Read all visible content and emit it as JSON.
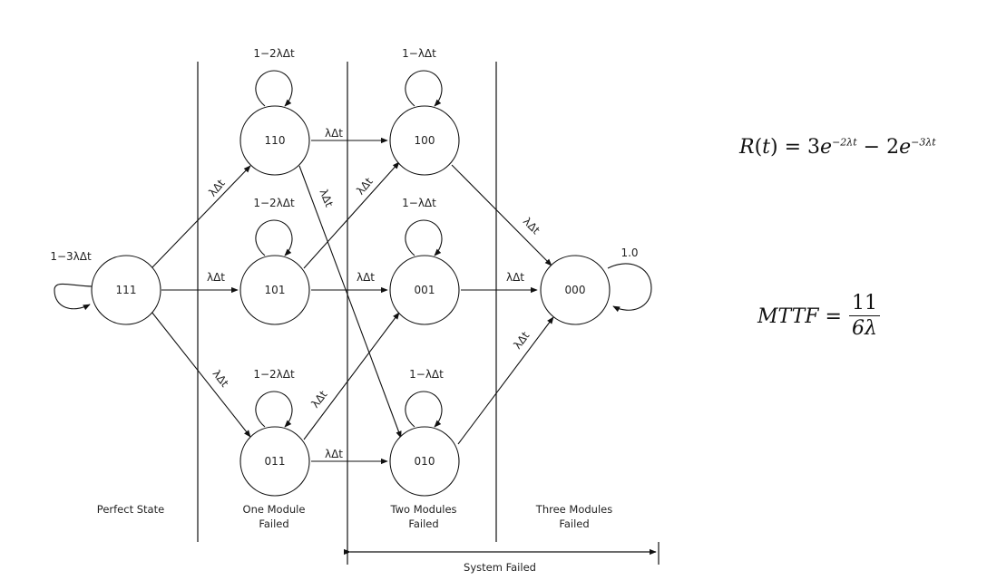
{
  "diagram": {
    "states": {
      "s111": "111",
      "s110": "110",
      "s101": "101",
      "s011": "011",
      "s100": "100",
      "s001": "001",
      "s010": "010",
      "s000": "000"
    },
    "self_loops": {
      "s111": "1−3λΔt",
      "s110": "1−2λΔt",
      "s101": "1−2λΔt",
      "s011": "1−2λΔt",
      "s100": "1−λΔt",
      "s001": "1−λΔt",
      "s010": "1−λΔt",
      "s000": "1.0"
    },
    "transition_rate": "λΔt",
    "regions": {
      "perfect": "Perfect State",
      "one_line1": "One Module",
      "one_line2": "Failed",
      "two_line1": "Two Modules",
      "two_line2": "Failed",
      "three_line1": "Three Modules",
      "three_line2": "Failed",
      "system_failed": "System Failed"
    }
  },
  "formulas": {
    "reliability": {
      "lhs_func": "R",
      "lhs_arg": "t",
      "coef1": "3",
      "base1": "e",
      "exp1": "−2λt",
      "coef2": "2",
      "base2": "e",
      "exp2": "−3λt"
    },
    "mttf": {
      "lhs": "MTTF",
      "numerator": "11",
      "denominator": "6λ"
    }
  }
}
